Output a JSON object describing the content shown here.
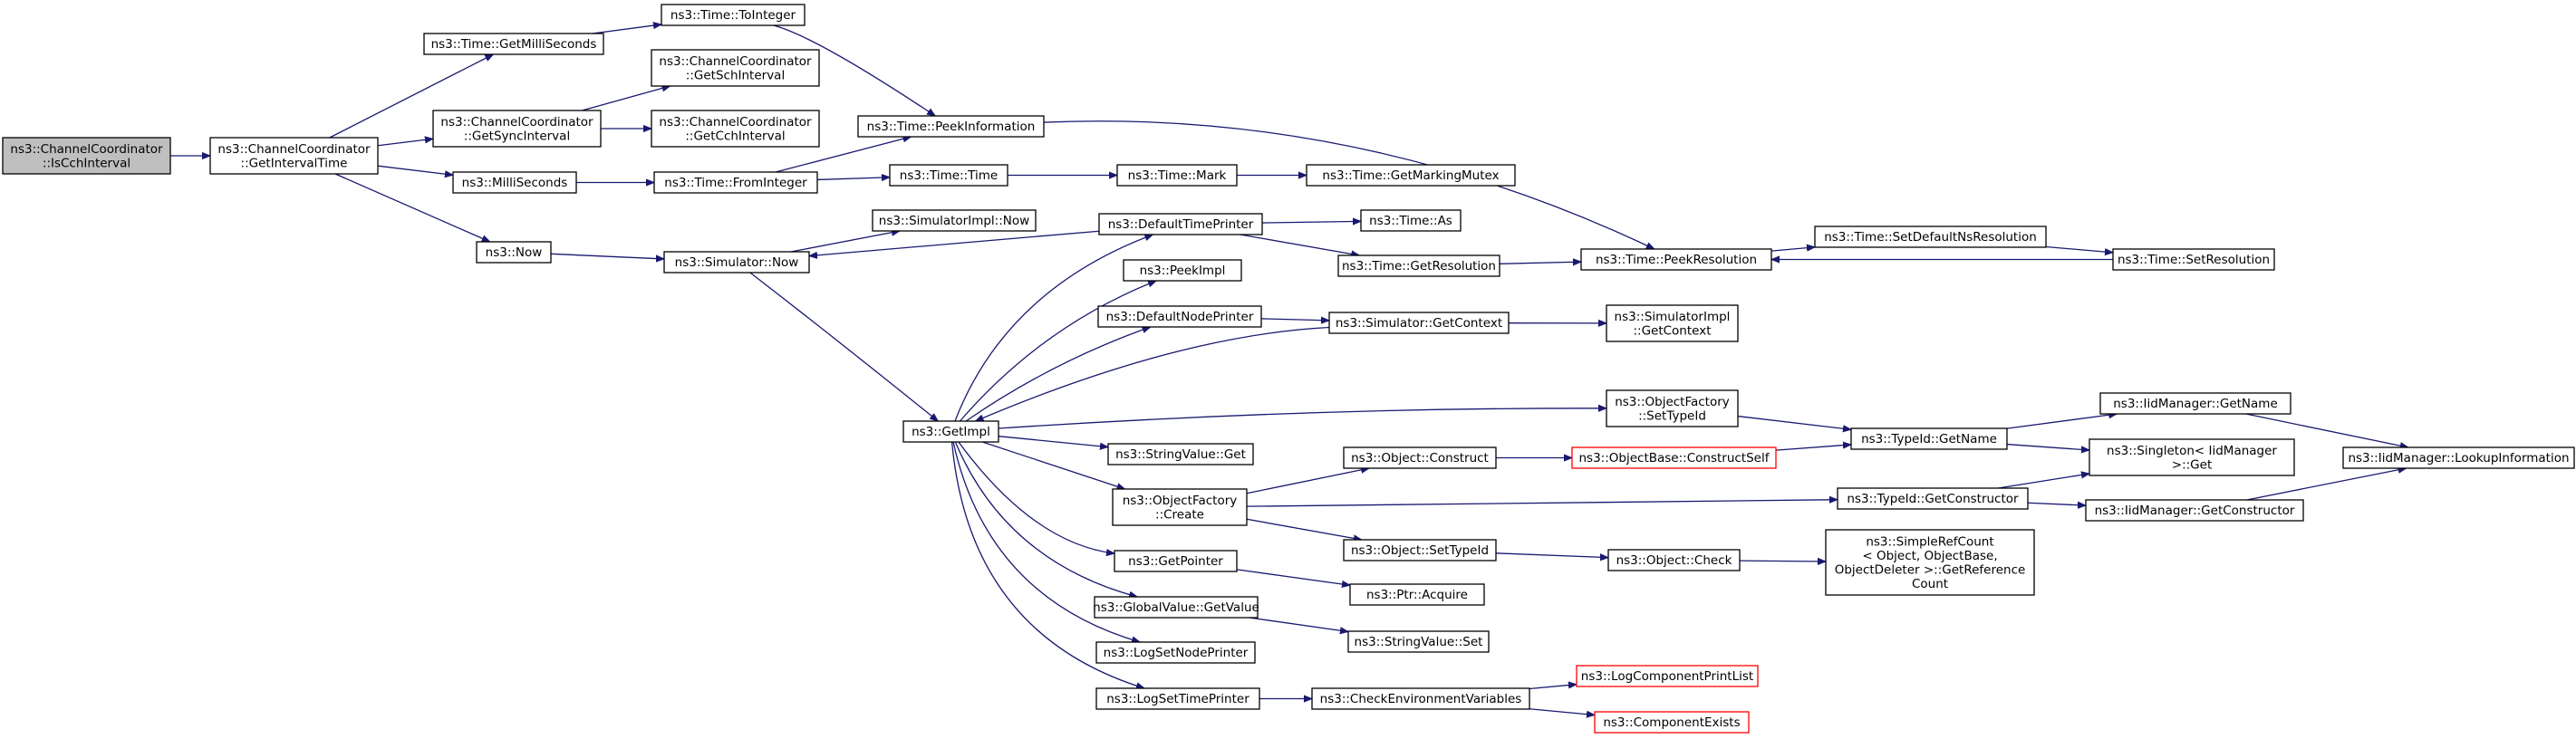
{
  "colors": {
    "edge": "#191970",
    "root_fill": "#bfbfbf",
    "missing_border": "#ff0000"
  },
  "nodes": {
    "is_cch": [
      "ns3::ChannelCoordinator",
      "::IsCchInterval"
    ],
    "get_interval": [
      "ns3::ChannelCoordinator",
      "::GetIntervalTime"
    ],
    "get_milli": [
      "ns3::Time::GetMilliSeconds"
    ],
    "get_sync": [
      "ns3::ChannelCoordinator",
      "::GetSyncInterval"
    ],
    "milliseconds": [
      "ns3::MilliSeconds"
    ],
    "now": [
      "ns3::Now"
    ],
    "to_integer": [
      "ns3::Time::ToInteger"
    ],
    "get_sch": [
      "ns3::ChannelCoordinator",
      "::GetSchInterval"
    ],
    "get_cch": [
      "ns3::ChannelCoordinator",
      "::GetCchInterval"
    ],
    "from_integer": [
      "ns3::Time::FromInteger"
    ],
    "sim_now": [
      "ns3::Simulator::Now"
    ],
    "peek_info": [
      "ns3::Time::PeekInformation"
    ],
    "time_time": [
      "ns3::Time::Time"
    ],
    "simimpl_now": [
      "ns3::SimulatorImpl::Now"
    ],
    "get_impl": [
      "ns3::GetImpl"
    ],
    "mark": [
      "ns3::Time::Mark"
    ],
    "default_time_printer": [
      "ns3::DefaultTimePrinter"
    ],
    "peek_impl": [
      "ns3::PeekImpl"
    ],
    "default_node_printer": [
      "ns3::DefaultNodePrinter"
    ],
    "sv_get": [
      "ns3::StringValue::Get"
    ],
    "of_create": [
      "ns3::ObjectFactory",
      "::Create"
    ],
    "get_pointer": [
      "ns3::GetPointer"
    ],
    "gv_get": [
      "ns3::GlobalValue::GetValue"
    ],
    "log_node": [
      "ns3::LogSetNodePrinter"
    ],
    "log_time": [
      "ns3::LogSetTimePrinter"
    ],
    "marking_mutex": [
      "ns3::Time::GetMarkingMutex"
    ],
    "time_as": [
      "ns3::Time::As"
    ],
    "get_resolution": [
      "ns3::Time::GetResolution"
    ],
    "sim_get_context": [
      "ns3::Simulator::GetContext"
    ],
    "obj_construct": [
      "ns3::Object::Construct"
    ],
    "obj_settypeid": [
      "ns3::Object::SetTypeId"
    ],
    "ptr_acquire": [
      "ns3::Ptr::Acquire"
    ],
    "sv_set": [
      "ns3::StringValue::Set"
    ],
    "check_env": [
      "ns3::CheckEnvironmentVariables"
    ],
    "peek_resolution": [
      "ns3::Time::PeekResolution"
    ],
    "simimpl_getcontext": [
      "ns3::SimulatorImpl",
      "::GetContext"
    ],
    "of_settypeid": [
      "ns3::ObjectFactory",
      "::SetTypeId"
    ],
    "objbase_construct": [
      "ns3::ObjectBase::ConstructSelf"
    ],
    "obj_check": [
      "ns3::Object::Check"
    ],
    "log_comp_print": [
      "ns3::LogComponentPrintList"
    ],
    "comp_exists": [
      "ns3::ComponentExists"
    ],
    "set_default_ns": [
      "ns3::Time::SetDefaultNsResolution"
    ],
    "typeid_getname": [
      "ns3::TypeId::GetName"
    ],
    "typeid_getconstructor": [
      "ns3::TypeId::GetConstructor"
    ],
    "simple_refcount": [
      "ns3::SimpleRefCount",
      "< Object, ObjectBase,",
      "ObjectDeleter >::GetReference",
      "Count"
    ],
    "set_resolution": [
      "ns3::Time::SetResolution"
    ],
    "iid_getname": [
      "ns3::IidManager::GetName"
    ],
    "singleton_get": [
      "ns3::Singleton< IidManager",
      " >::Get"
    ],
    "iid_getconstructor": [
      "ns3::IidManager::GetConstructor"
    ],
    "iid_lookup": [
      "ns3::IidManager::LookupInformation"
    ]
  }
}
